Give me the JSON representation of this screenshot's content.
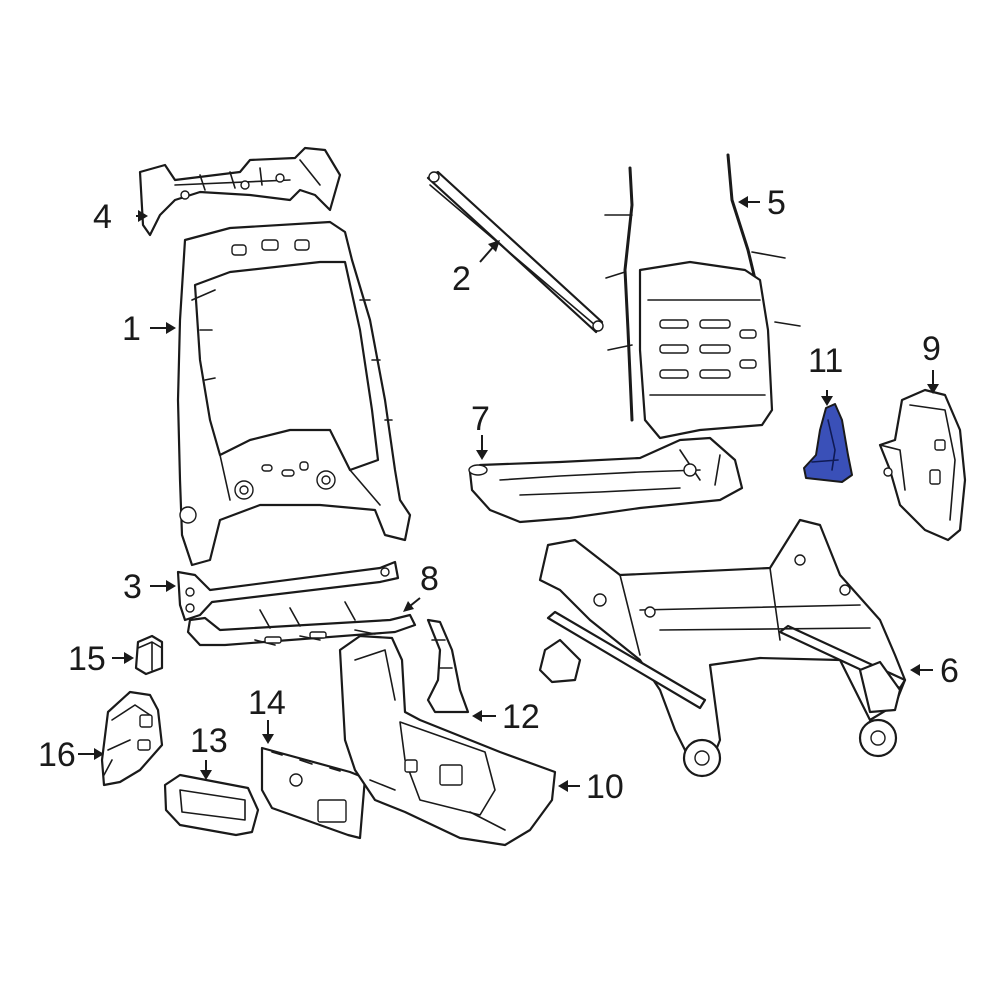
{
  "diagram": {
    "highlight_color": "#3a50b8",
    "callouts": [
      {
        "id": "1",
        "text": "1"
      },
      {
        "id": "2",
        "text": "2"
      },
      {
        "id": "3",
        "text": "3"
      },
      {
        "id": "4",
        "text": "4"
      },
      {
        "id": "5",
        "text": "5"
      },
      {
        "id": "6",
        "text": "6"
      },
      {
        "id": "7",
        "text": "7"
      },
      {
        "id": "8",
        "text": "8"
      },
      {
        "id": "9",
        "text": "9"
      },
      {
        "id": "10",
        "text": "10"
      },
      {
        "id": "11",
        "text": "11"
      },
      {
        "id": "12",
        "text": "12"
      },
      {
        "id": "13",
        "text": "13"
      },
      {
        "id": "14",
        "text": "14"
      },
      {
        "id": "15",
        "text": "15"
      },
      {
        "id": "16",
        "text": "16"
      }
    ]
  }
}
